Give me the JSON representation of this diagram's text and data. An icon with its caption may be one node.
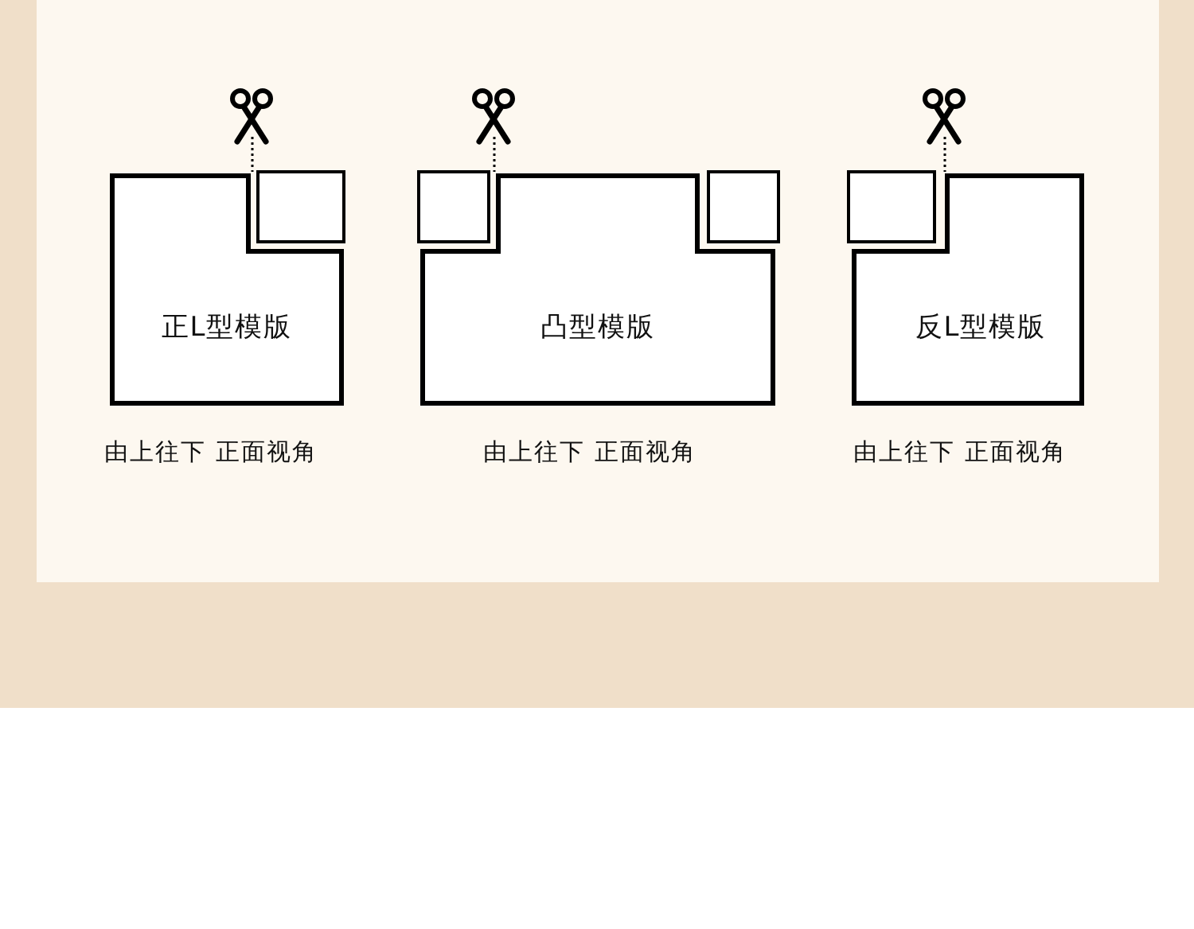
{
  "diagram": {
    "nodes": [
      {
        "text": [
          "正L型模版"
        ],
        "beside": [
          "由上往下 正面视角"
        ]
      },
      {
        "text": [],
        "shape": "box"
      },
      {
        "text": [],
        "shape": "box"
      },
      {
        "text": [
          "凸型模版"
        ],
        "beside": [
          "由上往下 正面视角"
        ]
      },
      {
        "text": [],
        "shape": "box"
      },
      {
        "text": [],
        "shape": "box"
      },
      {
        "text": [
          "反L型模版"
        ],
        "beside": [
          "由上往下 正面视角"
        ]
      }
    ]
  }
}
